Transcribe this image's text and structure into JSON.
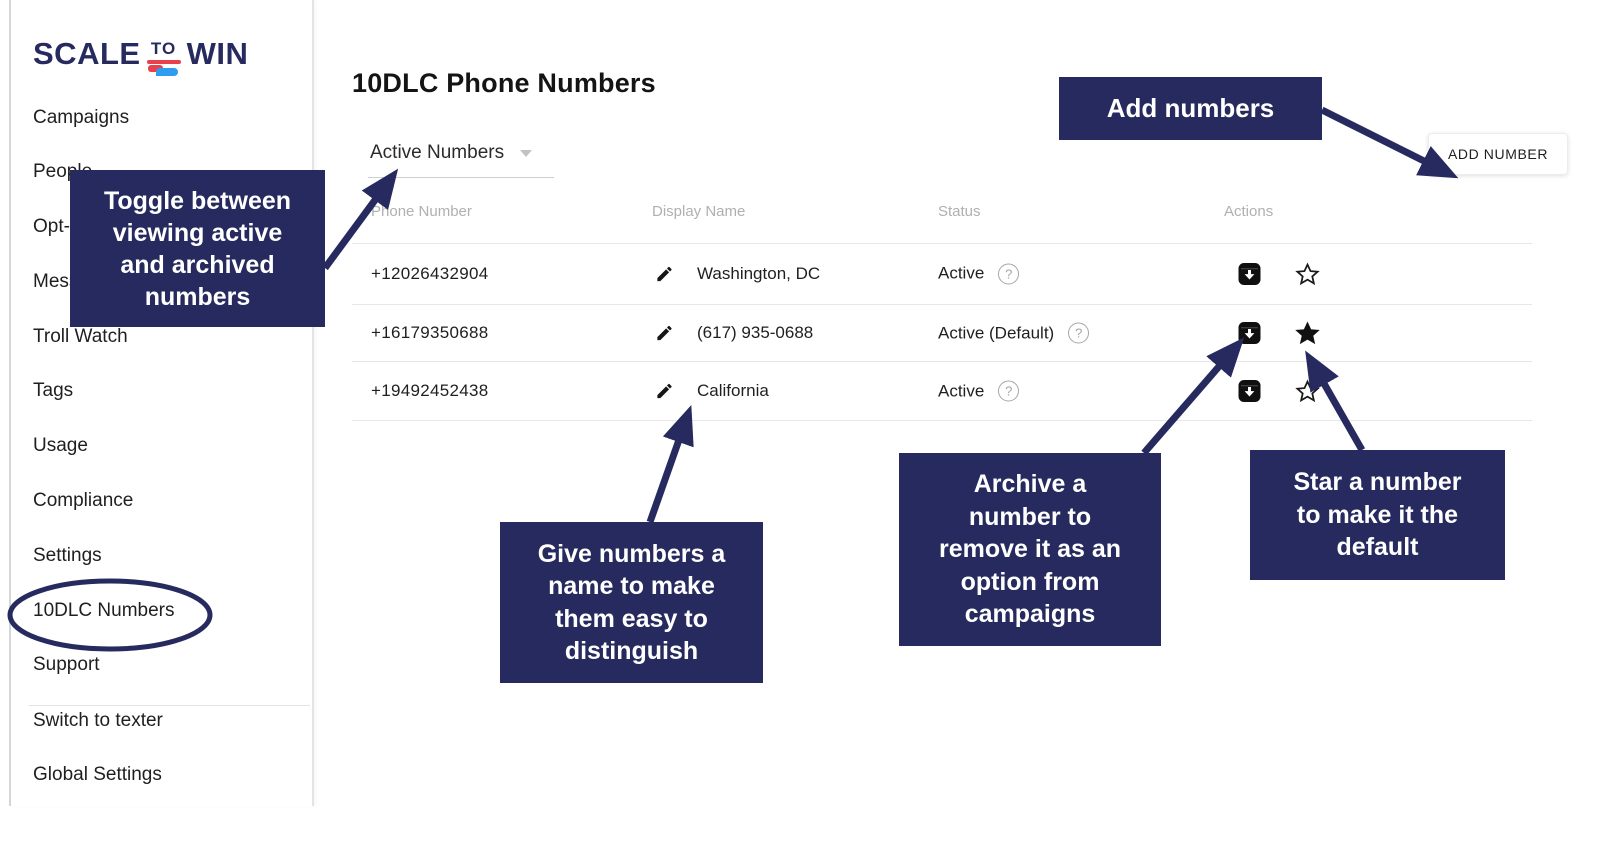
{
  "logo": {
    "part1": "SCALE",
    "part2": "TO",
    "part3": "WIN"
  },
  "sidebar": {
    "items": [
      "Campaigns",
      "People",
      "Opt-Outs",
      "Messages",
      "Troll Watch",
      "Tags",
      "Usage",
      "Compliance",
      "Settings",
      "10DLC Numbers",
      "Support",
      "Switch to texter",
      "Global Settings"
    ],
    "highlighted_item": "10DLC Numbers"
  },
  "page": {
    "title": "10DLC Phone Numbers"
  },
  "filter": {
    "selected": "Active Numbers"
  },
  "actions": {
    "add_number_label": "ADD NUMBER"
  },
  "table": {
    "columns": [
      "Phone Number",
      "Display Name",
      "Status",
      "Actions"
    ],
    "rows": [
      {
        "phone": "+12026432904",
        "display_name": "Washington, DC",
        "status": "Active",
        "starred": false
      },
      {
        "phone": "+16179350688",
        "display_name": "(617) 935-0688",
        "status": "Active (Default)",
        "starred": true
      },
      {
        "phone": "+19492452438",
        "display_name": "California",
        "status": "Active",
        "starred": false
      }
    ],
    "help_glyph": "?"
  },
  "callouts": {
    "toggle": "Toggle between\nviewing active\nand archived\nnumbers",
    "add": "Add numbers",
    "name": "Give numbers a\nname to make\nthem easy to\ndistinguish",
    "archive": "Archive a\nnumber to\nremove it as an\noption from\ncampaigns",
    "star": "Star a number\nto make it the\ndefault"
  },
  "colors": {
    "navy": "#262a5e",
    "logo_red": "#e8414d",
    "logo_blue": "#2e9df0"
  }
}
